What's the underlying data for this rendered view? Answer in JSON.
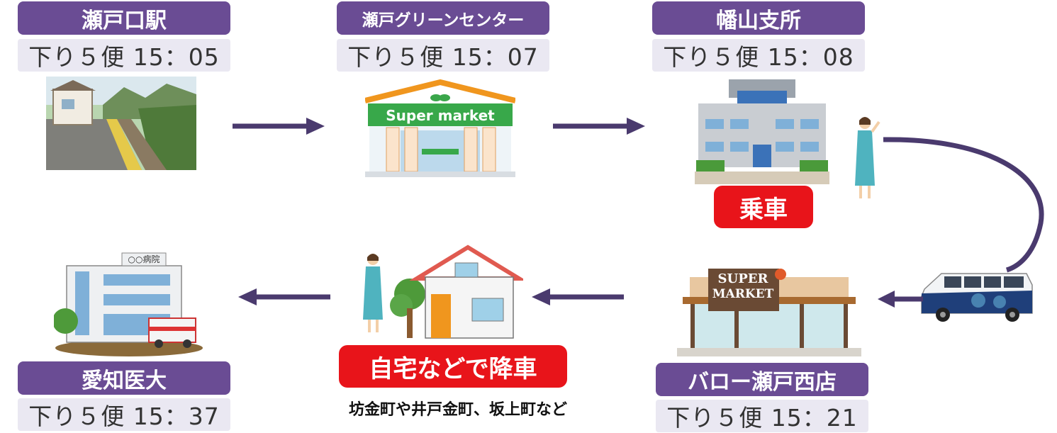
{
  "stops": [
    {
      "name": "瀬戸口駅",
      "time": "下り５便 15：05"
    },
    {
      "name": "瀬戸グリーンセンター",
      "time": "下り５便 15：07"
    },
    {
      "name": "幡山支所",
      "time": "下り５便 15：08"
    },
    {
      "name": "バロー瀬戸西店",
      "time": "下り５便 15：21"
    },
    {
      "name": "愛知医大",
      "time": "下り５便 15：37"
    }
  ],
  "supermarket_sign": "Super market",
  "super_market_sign": [
    "SUPER",
    "MARKET"
  ],
  "hospital_sign": "○○病院",
  "board_label": "乗車",
  "alight_label": "自宅などで降車",
  "alight_note": "坊金町や井戸金町、坂上町など",
  "colors": {
    "purple": "#6a4c94",
    "time_bg": "#eae8f2",
    "red": "#e8141a",
    "arrow": "#4a3a6e"
  }
}
